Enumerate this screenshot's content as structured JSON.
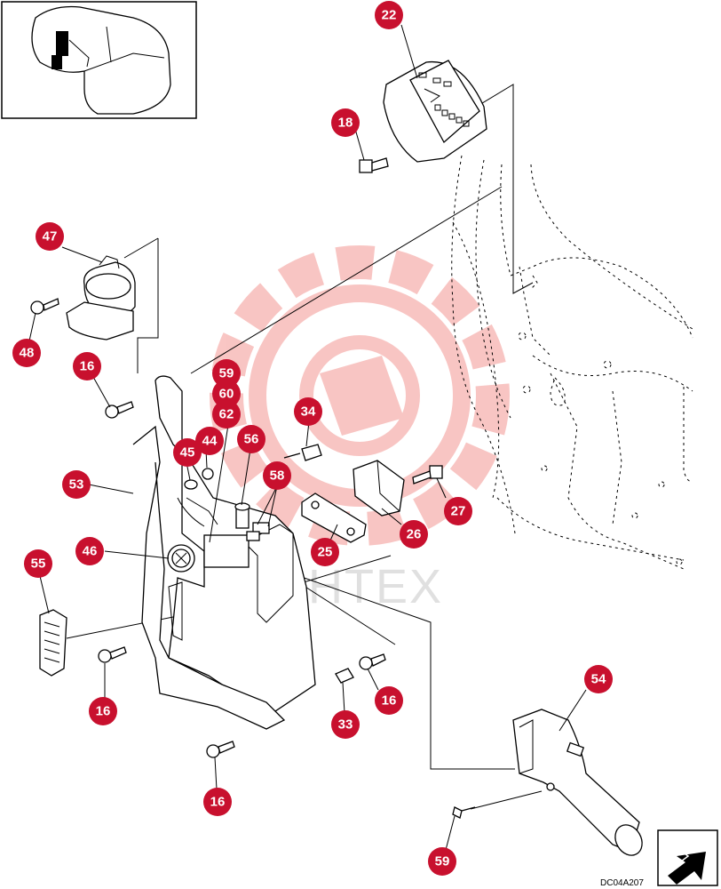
{
  "drawing_code": "DC04A207",
  "watermark": {
    "brand": "MHTEX",
    "color": "#e8332a"
  },
  "callout_color": "#c8102e",
  "icons": {
    "inset_view": "cab-overview-inset",
    "orientation": "forward-arrow-icon"
  },
  "callouts": [
    "22",
    "18",
    "47",
    "48",
    "16",
    "59",
    "60",
    "62",
    "34",
    "45",
    "44",
    "56",
    "53",
    "58",
    "27",
    "26",
    "46",
    "25",
    "55",
    "16",
    "16",
    "33",
    "16",
    "54",
    "59"
  ]
}
